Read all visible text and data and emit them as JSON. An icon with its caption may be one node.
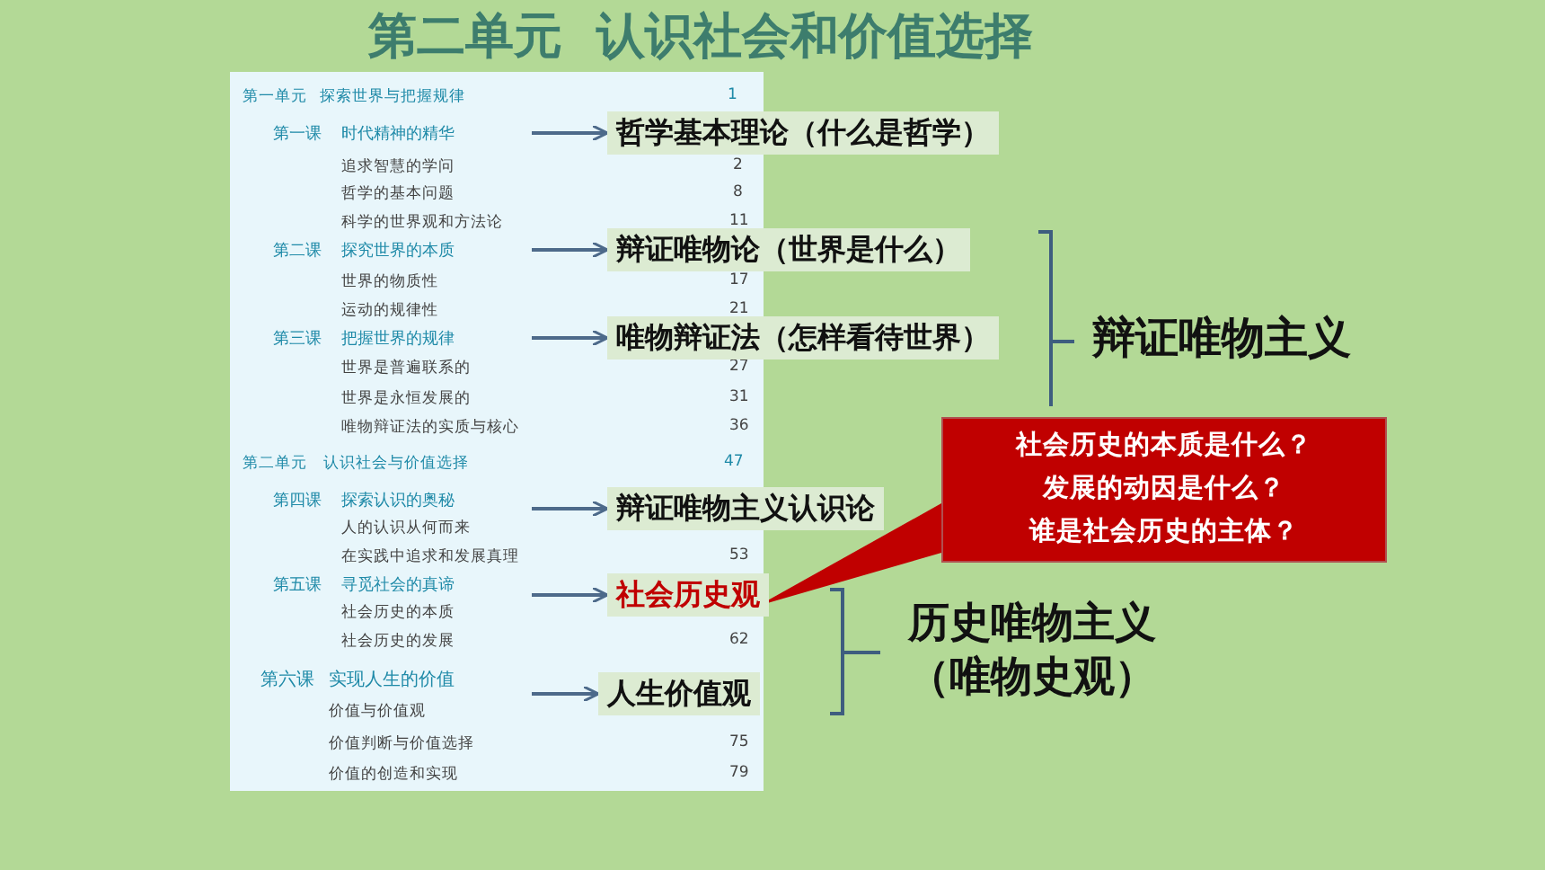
{
  "diagram": {
    "title": "第二单元  认识社会和价值选择",
    "nodes": [
      {
        "text": [
          "第一课",
          "时代精神的精华"
        ]
      },
      {
        "text": [
          "第二课",
          "探究世界的本质"
        ]
      },
      {
        "text": [
          "第三课",
          "把握世界的规律"
        ]
      },
      {
        "text": [
          "第四课",
          "探索认识的奥秘"
        ]
      },
      {
        "text": [
          "第五课",
          "寻觅社会的真谛"
        ]
      },
      {
        "text": [
          "第六课",
          "实现人生的价值"
        ]
      },
      {
        "text": [
          "哲学基本理论（什么是哲学）"
        ]
      },
      {
        "text": [
          "辩证唯物论（世界是什么）"
        ]
      },
      {
        "text": [
          "唯物辩证法（怎样看待世界）"
        ]
      },
      {
        "text": [
          "辩证唯物主义认识论"
        ]
      },
      {
        "text": [
          "社会历史观"
        ]
      },
      {
        "text": [
          "人生价值观"
        ]
      },
      {
        "text": [
          "辩证唯物主义"
        ]
      },
      {
        "text": [
          "历史唯物主义（唯物史观）"
        ]
      },
      {
        "text": [
          "社会历史的本质是什么？",
          "发展的动因是什么？",
          "谁是社会历史的主体？"
        ]
      }
    ],
    "edges": [
      {
        "from": 0,
        "to": 6,
        "arrow": "to"
      },
      {
        "from": 1,
        "to": 7,
        "arrow": "to"
      },
      {
        "from": 2,
        "to": 8,
        "arrow": "to"
      },
      {
        "from": 3,
        "to": 9,
        "arrow": "to"
      },
      {
        "from": 4,
        "to": 10,
        "arrow": "to"
      },
      {
        "from": 5,
        "to": 11,
        "arrow": "to"
      },
      {
        "from": 14,
        "to": 10,
        "arrow": "none",
        "color": "#c00000"
      }
    ],
    "labels": [
      "第一单元",
      "探索世界与把握规律",
      "1",
      "追求智慧的学问",
      "2",
      "哲学的基本问题",
      "8",
      "科学的世界观和方法论",
      "11",
      "世界的物质性",
      "17",
      "运动的规律性",
      "21",
      "世界是普遍联系的",
      "27",
      "世界是永恒发展的",
      "31",
      "唯物辩证法的实质与核心",
      "36",
      "第二单元",
      "认识社会与价值选择",
      "47",
      "人的认识从何而来",
      "在实践中追求和发展真理",
      "53",
      "社会历史的本质",
      "社会历史的发展",
      "62",
      "价值与价值观",
      "价值判断与价值选择",
      "75",
      "价值的创造和实现",
      "79"
    ]
  }
}
